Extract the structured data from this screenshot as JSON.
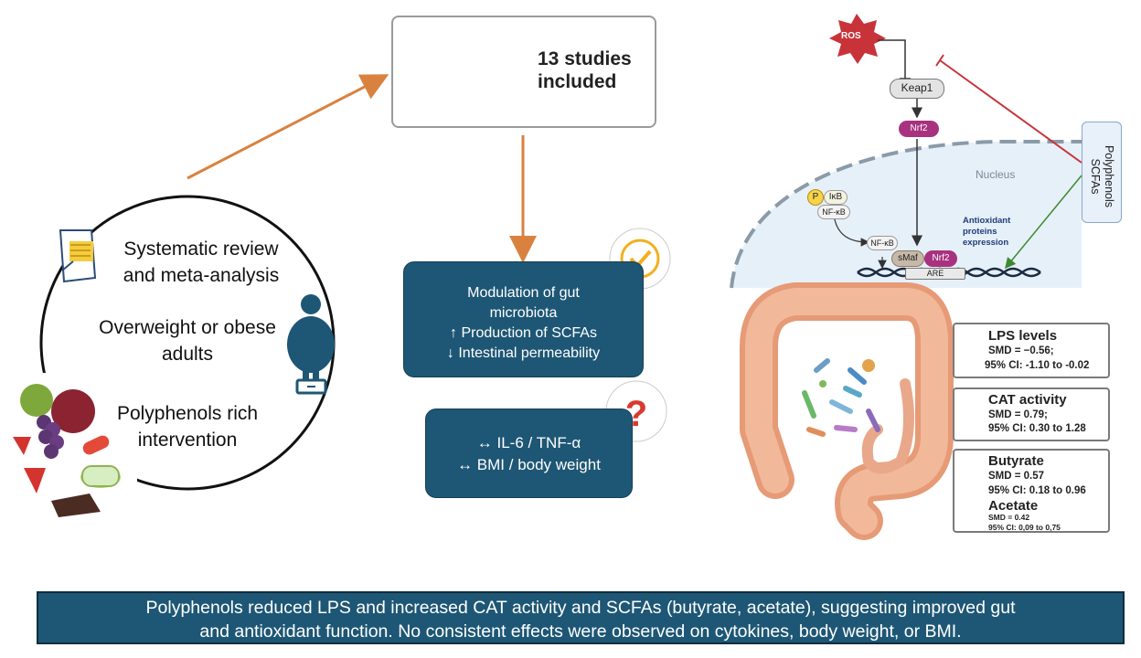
{
  "studies": {
    "count_text": "13 studies included"
  },
  "circle": {
    "review_label": "Systematic review and meta-analysis",
    "population_label": "Overweight or obese adults",
    "intervention_label": "Polyphenols rich intervention"
  },
  "gut_box": {
    "line1": "Modulation of gut microbiota",
    "line2": "↑ Production of SCFAs",
    "line3": "↓ Intestinal permeability"
  },
  "cyto_box": {
    "line1": "↔ IL-6 / TNF-α",
    "line2": "↔ BMI / body weight"
  },
  "pathway": {
    "ros": "ROS",
    "keap1": "Keap1",
    "nrf2": "Nrf2",
    "nucleus": "Nucleus",
    "p": "P",
    "ikb": "IκB",
    "nfkb": "NF-κB",
    "smaf": "sMaf",
    "are": "ARE",
    "antioxidant": "Antioxidant proteins expression",
    "side_box": "Polyphenols SCFAs"
  },
  "outcomes": {
    "lps": {
      "title": "LPS levels",
      "smd": "SMD = −0.56;",
      "ci": "95% CI: -1.10 to -0.02",
      "direction": "down",
      "color": "#f0a090"
    },
    "cat": {
      "title": "CAT activity",
      "smd": "SMD = 0.79;",
      "ci": "95% CI: 0.30 to 1.28",
      "direction": "up",
      "color": "#8ccf9a"
    },
    "butyrate": {
      "title": "Butyrate",
      "smd": "SMD = 0.57",
      "ci": "95% CI: 0.18 to 0.96",
      "direction": "up",
      "color": "#7ab8d6"
    },
    "acetate": {
      "title": "Acetate",
      "smd": "SMD = 0.42",
      "ci": "95% CI: 0,09 to 0,75",
      "direction": "up",
      "color": "#7ab8d6"
    }
  },
  "banner": {
    "line1": "Polyphenols reduced LPS and increased CAT activity and SCFAs (butyrate, acetate), suggesting improved gut",
    "line2": "and antioxidant function. No consistent effects were observed on cytokines, body weight, or BMI."
  },
  "colors": {
    "teal": "#1e5775",
    "orange_arrow": "#d9823f",
    "nrf2": "#a8327f",
    "gold": "#f2b01e"
  }
}
